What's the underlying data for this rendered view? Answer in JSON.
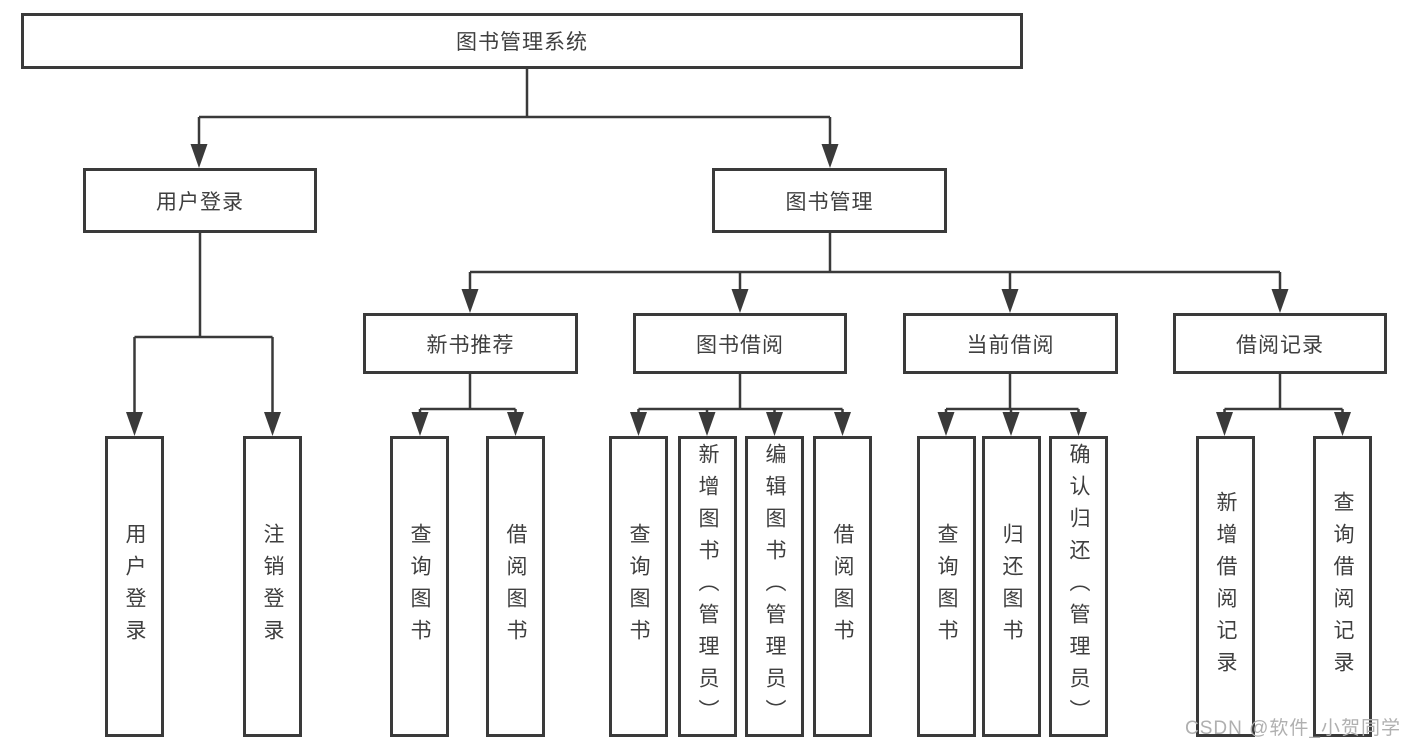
{
  "diagram": {
    "root": {
      "label": "图书管理系统"
    },
    "level2": {
      "user_login": {
        "label": "用户登录"
      },
      "book_management": {
        "label": "图书管理"
      }
    },
    "level3": {
      "new_book_recommend": {
        "label": "新书推荐"
      },
      "book_borrow": {
        "label": "图书借阅"
      },
      "current_borrow": {
        "label": "当前借阅"
      },
      "borrow_records": {
        "label": "借阅记录"
      }
    },
    "leaves": {
      "login": [
        "用户登录",
        "注销登录"
      ],
      "recommend": [
        "查询图书",
        "借阅图书"
      ],
      "borrow": [
        "查询图书",
        "新增图书（管理员）",
        "编辑图书（管理员）",
        "借阅图书"
      ],
      "current": [
        "查询图书",
        "归还图书",
        "确认归还（管理员）"
      ],
      "records": [
        "新增借阅记录",
        "查询借阅记录"
      ]
    }
  },
  "watermark": "CSDN @软件_小贺同学",
  "colors": {
    "line": "#3a3a3a",
    "text": "#3f3f3f",
    "box_background": "#ffffff",
    "watermark": "#b0b0b0"
  }
}
